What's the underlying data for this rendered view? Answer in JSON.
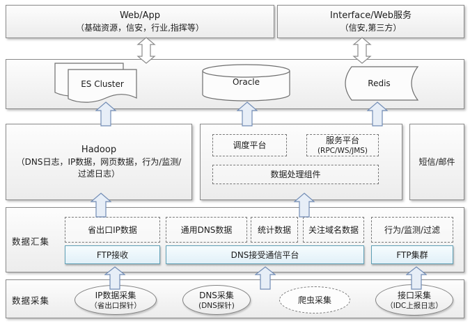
{
  "colors": {
    "container_fill_top": "#fdfdfd",
    "container_fill_bottom": "#ececec",
    "box_border": "#8a8a8a",
    "channel_fill": "#e1f0f8",
    "channel_border": "#5f9fb5",
    "arrow_fill": "#e7eef7",
    "arrow_border": "#718cb5"
  },
  "top_row": {
    "webapp": {
      "title": "Web/App",
      "subtitle": "（基础资源，信安，行业,指挥等）"
    },
    "interface": {
      "title": "Interface/Web服务",
      "subtitle": "（信安,第三方）"
    }
  },
  "storage_row": {
    "es": "ES Cluster",
    "oracle": "Oracle",
    "redis": "Redis"
  },
  "process_row": {
    "hadoop_title": "Hadoop",
    "hadoop_subtitle": "（DNS日志，IP数据，网页数据，行为/监测/过滤日志）",
    "platform": {
      "scheduler": "调度平台",
      "service_title": "服务平台",
      "service_subtitle": "(RPC/WS/JMS)",
      "processor": "数据处理组件"
    },
    "sms_mail": "短信/邮件"
  },
  "aggregation_row": {
    "label": "数据汇集",
    "data_boxes": [
      "省出口IP数据",
      "通用DNS数据",
      "统计数据",
      "关注域名数据",
      "行为/监测/过滤"
    ],
    "channel_boxes": [
      "FTP接收",
      "DNS接受通信平台",
      "FTP集群"
    ]
  },
  "collection_row": {
    "label": "数据采集",
    "items": [
      {
        "title": "IP数据采集",
        "subtitle": "（省出口探针）"
      },
      {
        "title": "DNS采集",
        "subtitle": "(DNS探针)"
      },
      {
        "title": "爬虫采集",
        "subtitle": ""
      },
      {
        "title": "接口采集",
        "subtitle": "（IDC上报日志）"
      }
    ]
  }
}
